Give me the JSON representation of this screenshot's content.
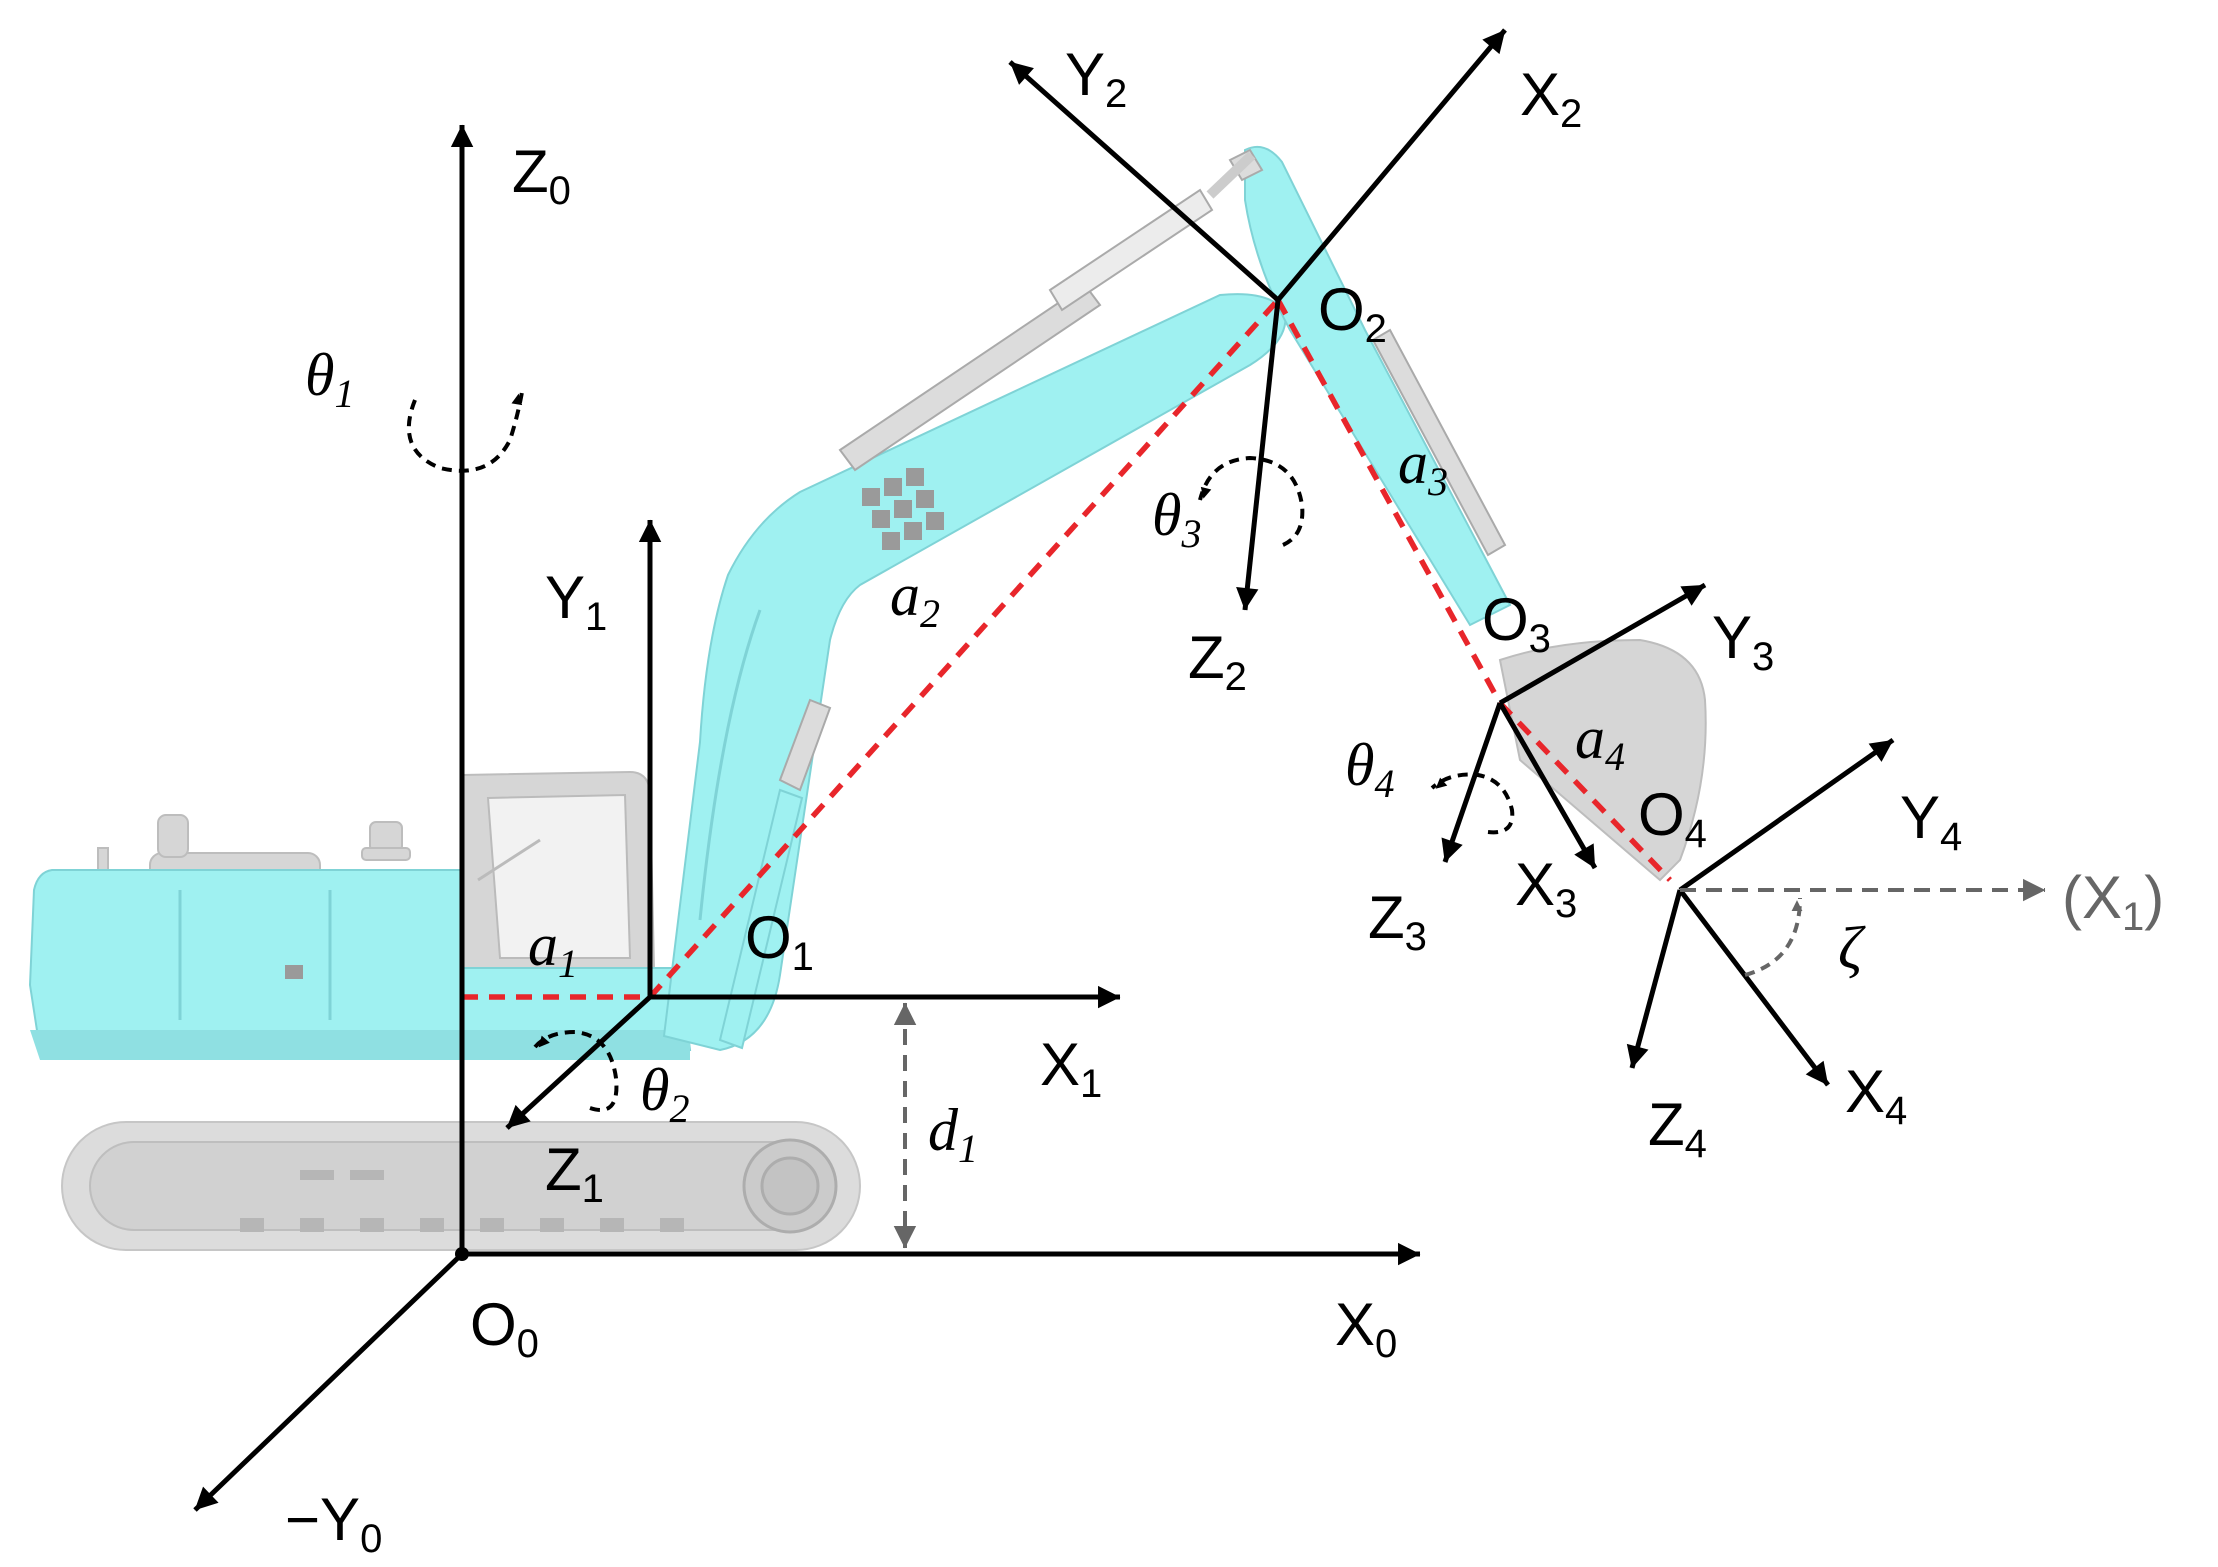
{
  "frames": {
    "frame0": {
      "z_label": "Z",
      "z_sub": "0",
      "x_label": "X",
      "x_sub": "0",
      "y_label": "−Y",
      "y_sub": "0",
      "origin_label": "O",
      "origin_sub": "0",
      "angle_label": "θ",
      "angle_sub": "1",
      "offset_label": "d",
      "offset_sub": "1"
    },
    "frame1": {
      "y_label": "Y",
      "y_sub": "1",
      "x_label": "X",
      "x_sub": "1",
      "z_label": "Z",
      "z_sub": "1",
      "origin_label": "O",
      "origin_sub": "1",
      "angle_label": "θ",
      "angle_sub": "2",
      "link_label": "a",
      "link_sub": "1"
    },
    "frame2": {
      "y_label": "Y",
      "y_sub": "2",
      "x_label": "X",
      "x_sub": "2",
      "z_label": "Z",
      "z_sub": "2",
      "origin_label": "O",
      "origin_sub": "2",
      "angle_label": "θ",
      "angle_sub": "3",
      "link_label": "a",
      "link_sub": "2"
    },
    "frame3": {
      "y_label": "Y",
      "y_sub": "3",
      "x_label": "X",
      "x_sub": "3",
      "z_label": "Z",
      "z_sub": "3",
      "origin_label": "O",
      "origin_sub": "3",
      "angle_label": "θ",
      "angle_sub": "4",
      "link_label": "a",
      "link_sub": "3"
    },
    "frame4": {
      "y_label": "Y",
      "y_sub": "4",
      "x_label": "X",
      "x_sub": "4",
      "z_label": "Z",
      "z_sub": "4",
      "origin_label": "O",
      "origin_sub": "4",
      "link_label": "a",
      "link_sub": "4",
      "ref_axis_prefix": "(X",
      "ref_axis_sub": "1",
      "ref_axis_suffix": ")",
      "angle_label": "ζ"
    }
  },
  "colors": {
    "machine_body": "#9ff1f1",
    "undercarriage": "#d6d6d6",
    "link_lines": "#e8262b",
    "axes": "#000000",
    "reference": "#666666"
  }
}
